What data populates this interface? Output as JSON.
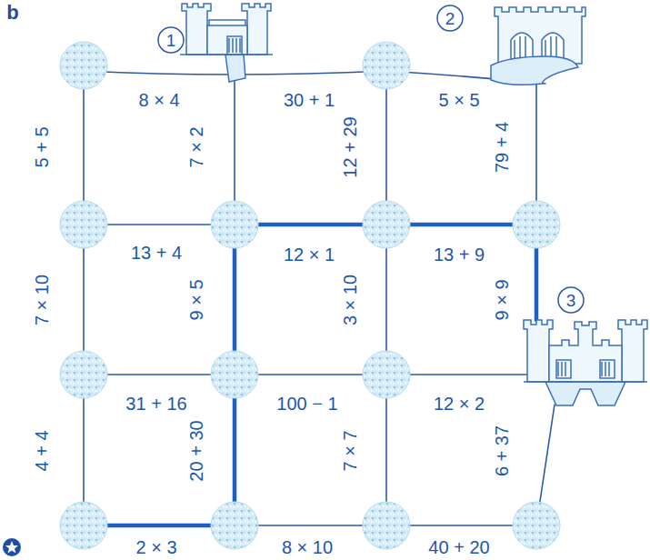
{
  "diagram": {
    "labels": [
      "b",
      "1",
      "2",
      "3",
      "8 × 4",
      "30 + 1",
      "5 × 5",
      "5 + 5",
      "7 × 2",
      "12 + 29",
      "79 + 4",
      "13 + 4",
      "12 × 1",
      "13 + 9",
      "7 × 10",
      "9 × 5",
      "3 × 10",
      "9 × 9",
      "31 + 16",
      "100 − 1",
      "12 × 2",
      "4 + 4",
      "20 + 30",
      "7 × 7",
      "6 + 37",
      "2 × 3",
      "8 × 10",
      "40 + 20"
    ]
  }
}
